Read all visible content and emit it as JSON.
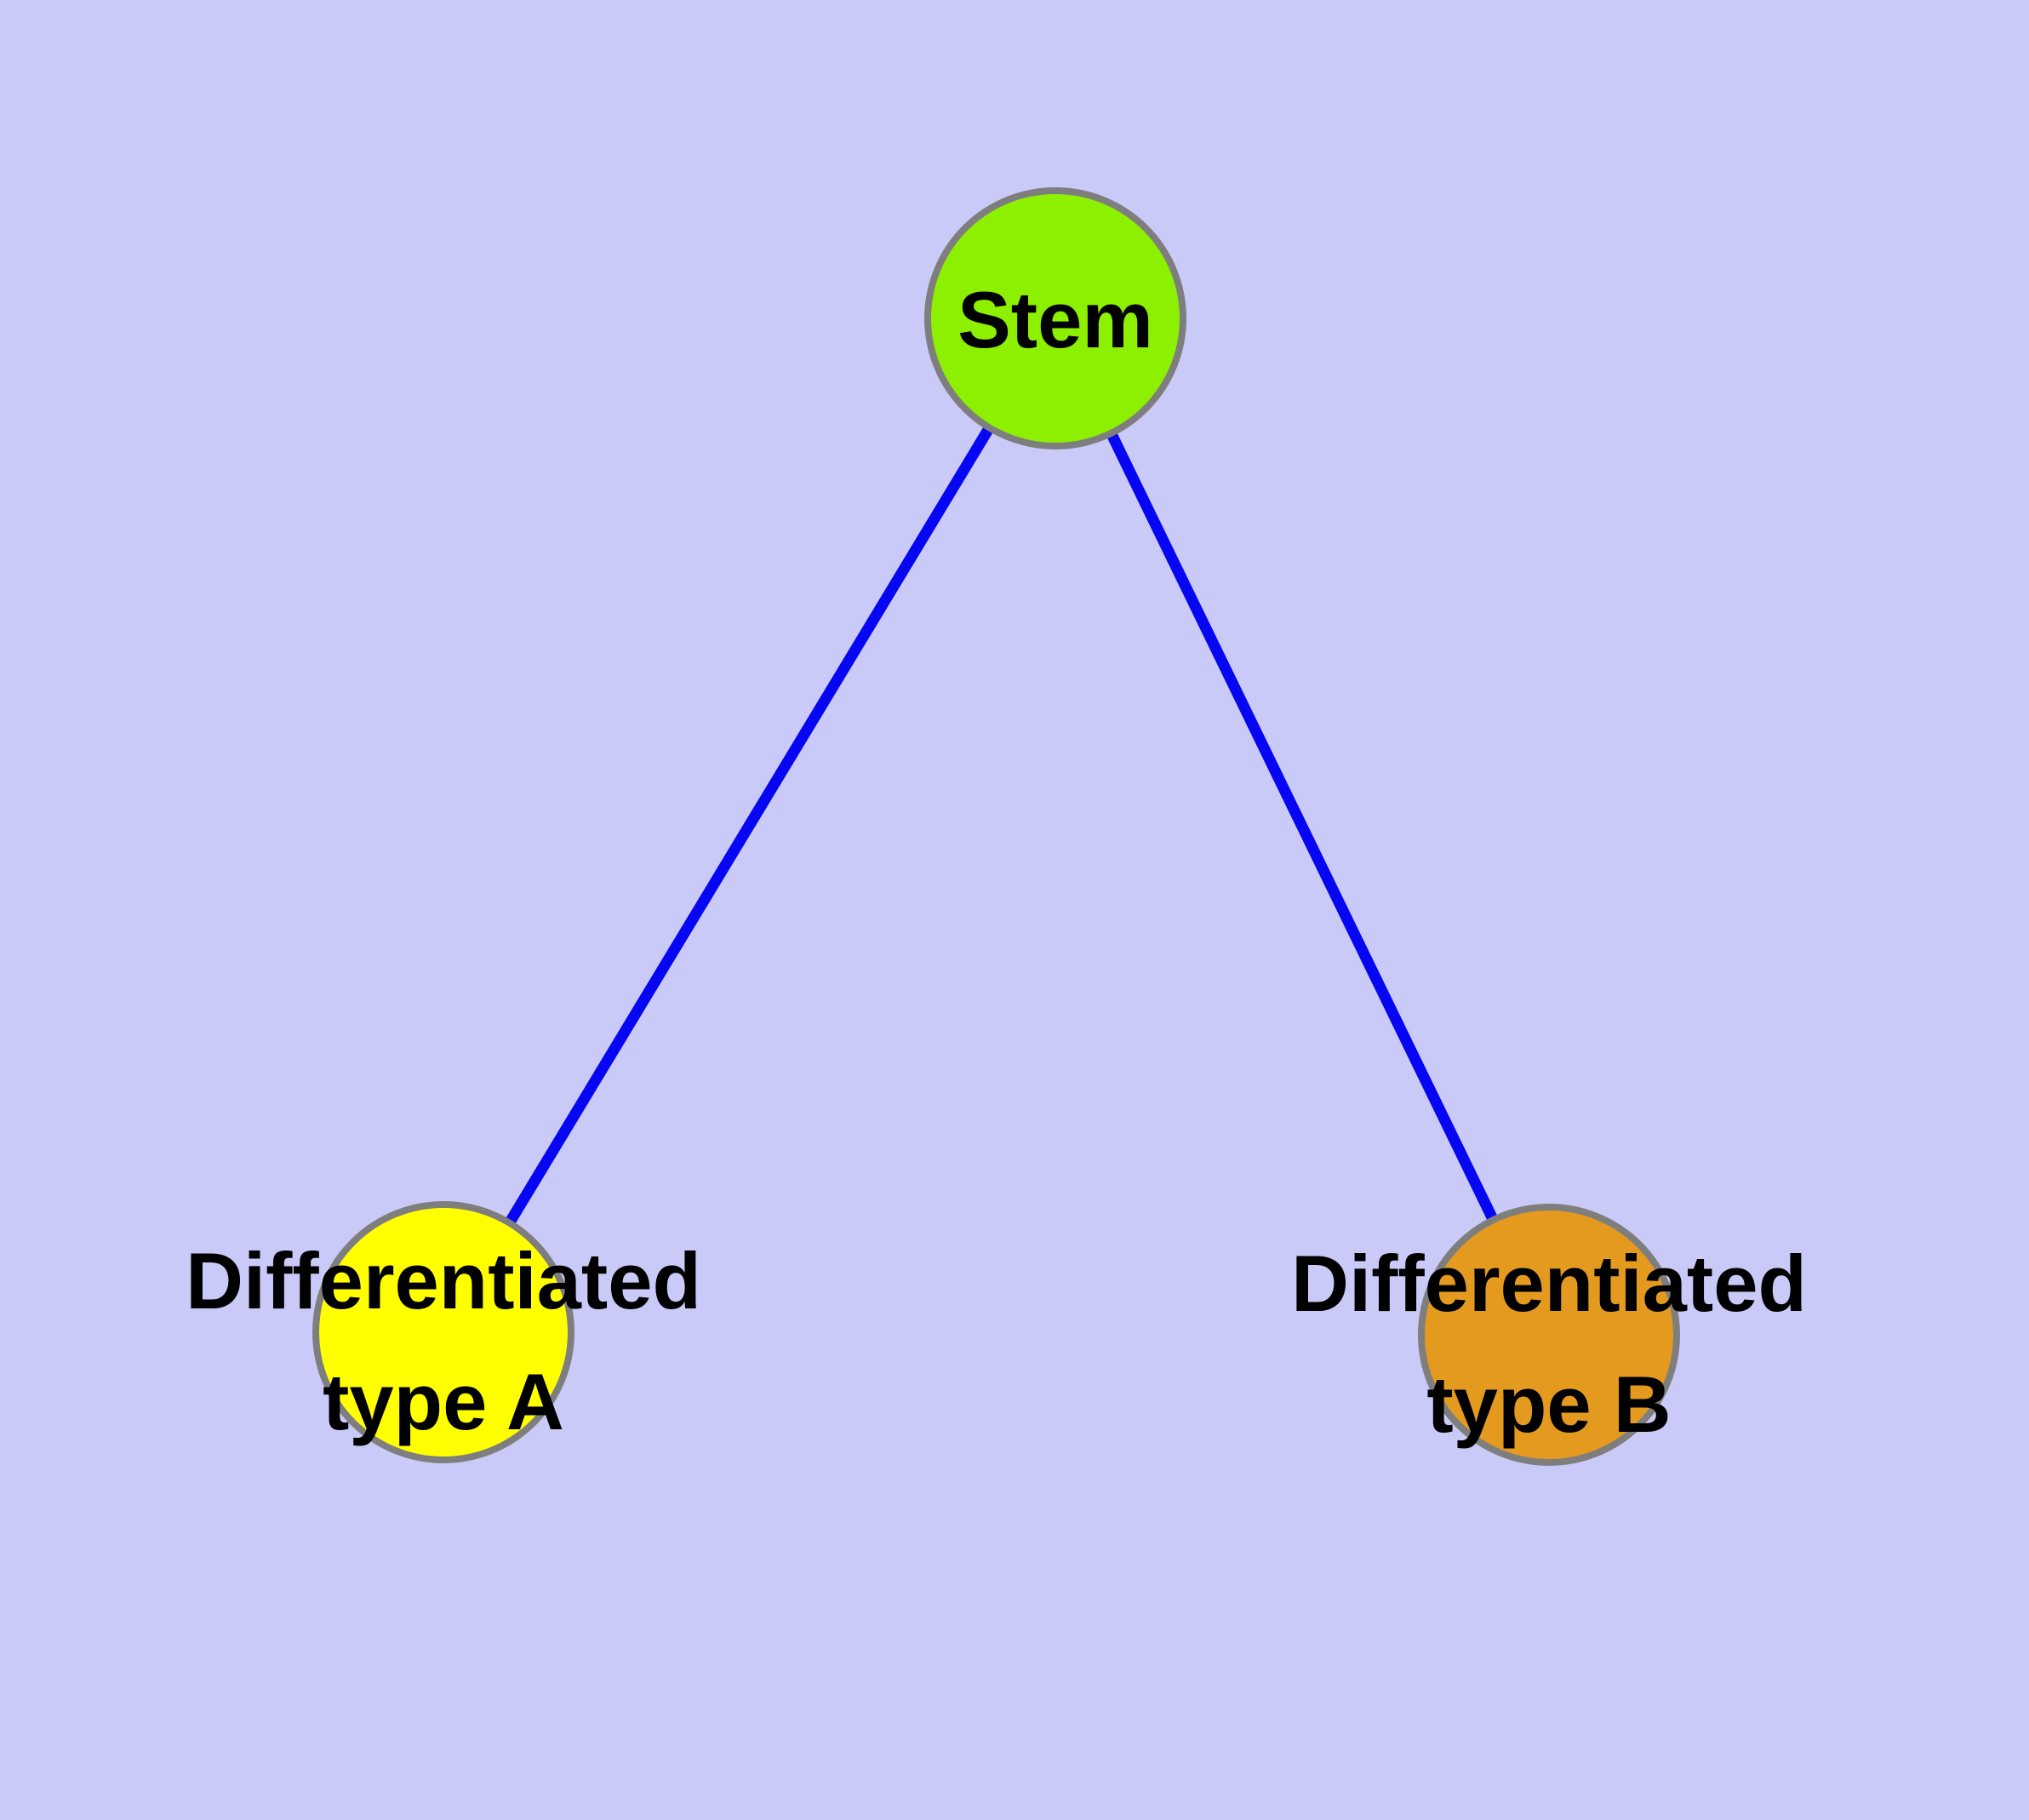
{
  "diagram": {
    "background_color": "#CACAF8",
    "edge_color": "#0606F2",
    "node_border_color": "#7E7E7E",
    "text_color": "#000000",
    "nodes": [
      {
        "id": "stem",
        "label": "Stem",
        "fill": "#8DF000"
      },
      {
        "id": "differentiated-type-a",
        "label_line1": "Differentiated",
        "label_line2": "type A",
        "fill": "#FFFF00"
      },
      {
        "id": "differentiated-type-b",
        "label_line1": "Differentiated",
        "label_line2": "type B",
        "fill": "#E39A1F"
      }
    ],
    "edges": [
      {
        "from": "Stem",
        "to": "Differentiated type A"
      },
      {
        "from": "Stem",
        "to": "Differentiated type B"
      }
    ]
  }
}
